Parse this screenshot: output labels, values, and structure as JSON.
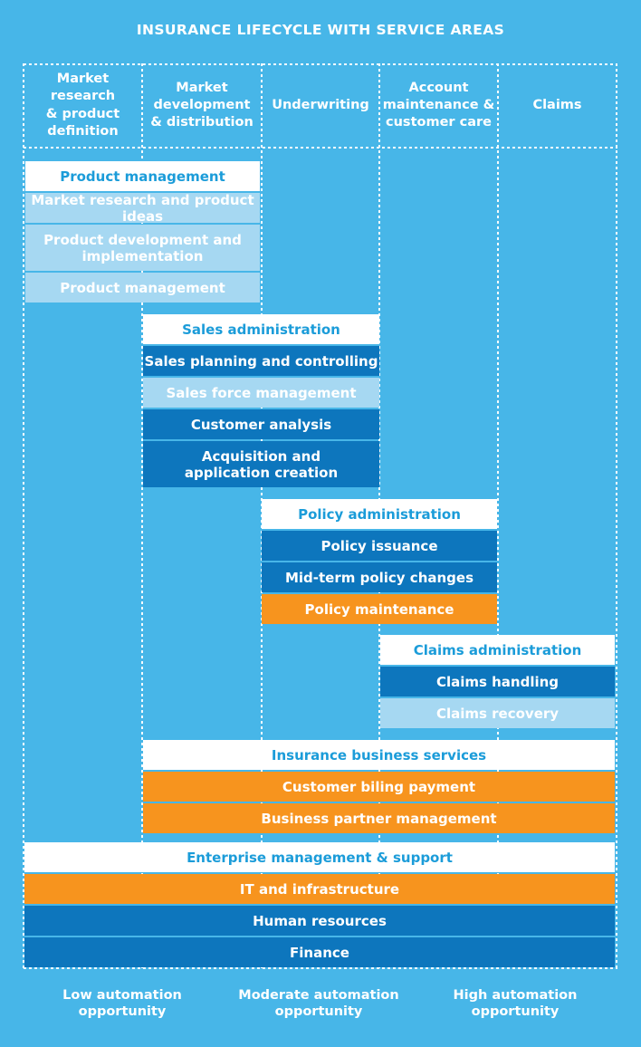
{
  "title": "INSURANCE LIFECYCLE WITH SERVICE AREAS",
  "columns": [
    {
      "label": "Market\nresearch\n& product\ndefinition"
    },
    {
      "label": "Market\ndevelopment\n& distribution"
    },
    {
      "label": "Underwriting"
    },
    {
      "label": "Account\nmaintenance &\ncustomer care"
    },
    {
      "label": "Claims"
    }
  ],
  "groups": [
    {
      "header": "Product management",
      "items": [
        {
          "label": "Market research and product ideas",
          "level": "low"
        },
        {
          "label": "Product development and\nimplementation",
          "level": "low"
        },
        {
          "label": "Product management",
          "level": "low"
        }
      ]
    },
    {
      "header": "Sales administration",
      "items": [
        {
          "label": "Sales planning and controlling",
          "level": "moderate"
        },
        {
          "label": "Sales force management",
          "level": "low"
        },
        {
          "label": "Customer analysis",
          "level": "moderate"
        },
        {
          "label": "Acquisition and\napplication creation",
          "level": "moderate"
        }
      ]
    },
    {
      "header": "Policy administration",
      "items": [
        {
          "label": "Policy issuance",
          "level": "moderate"
        },
        {
          "label": "Mid-term policy changes",
          "level": "moderate"
        },
        {
          "label": "Policy maintenance",
          "level": "high"
        }
      ]
    },
    {
      "header": "Claims administration",
      "items": [
        {
          "label": "Claims handling",
          "level": "moderate"
        },
        {
          "label": "Claims recovery",
          "level": "low"
        }
      ]
    },
    {
      "header": "Insurance business services",
      "items": [
        {
          "label": "Customer biling payment",
          "level": "high"
        },
        {
          "label": "Business partner management",
          "level": "high"
        }
      ]
    },
    {
      "header": "Enterprise management & support",
      "items": [
        {
          "label": "IT and infrastructure",
          "level": "high"
        },
        {
          "label": "Human resources",
          "level": "moderate"
        },
        {
          "label": "Finance",
          "level": "moderate"
        }
      ]
    }
  ],
  "legend": [
    {
      "label": "Low automation\nopportunity",
      "level": "low"
    },
    {
      "label": "Moderate automation\nopportunity",
      "level": "moderate"
    },
    {
      "label": "High automation\nopportunity",
      "level": "high"
    }
  ],
  "colors": {
    "background": "#47b6e8",
    "low_automation": "#a6d8f2",
    "moderate_automation": "#0d76bd",
    "high_automation": "#f7941e",
    "group_header_bg": "#ffffff",
    "group_header_text": "#1b9cd9",
    "block_text": "#ffffff"
  }
}
